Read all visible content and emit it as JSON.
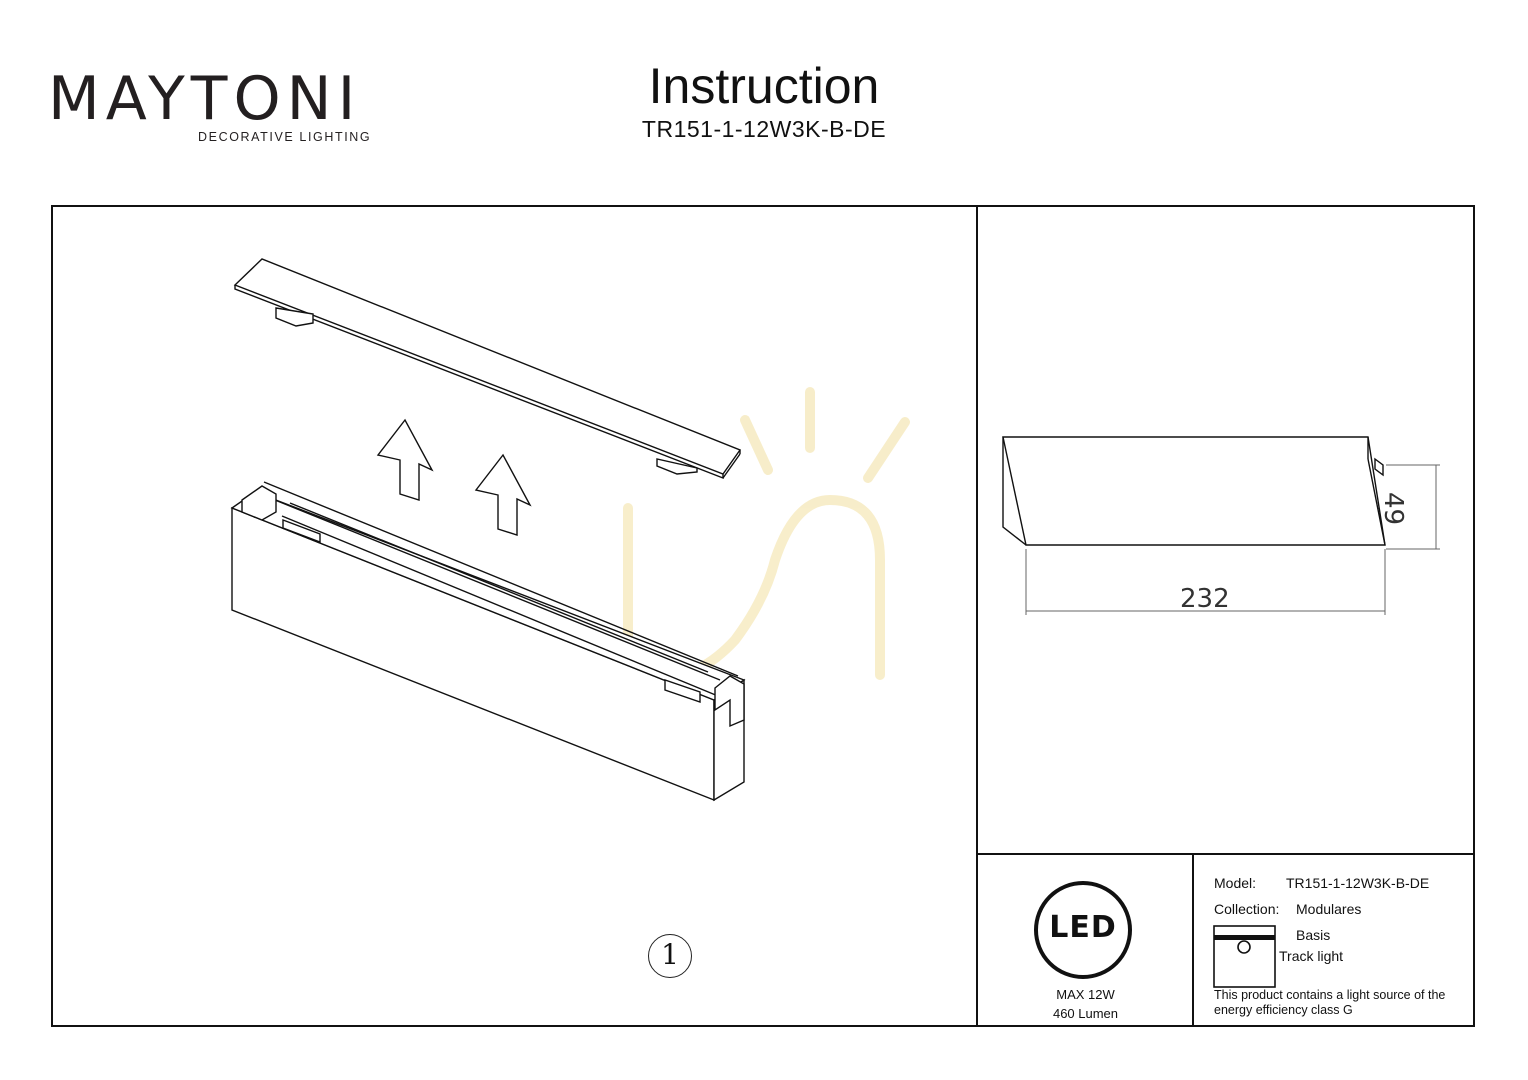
{
  "brand": {
    "name": "MAYTONI",
    "tagline": "DECORATIVE LIGHTING",
    "accent_color": "#6b1d5c"
  },
  "header": {
    "title": "Instruction",
    "subtitle": "TR151-1-12W3K-B-DE"
  },
  "diagram": {
    "step_number": "1",
    "dimension_width": "232",
    "dimension_height": "49"
  },
  "specs": {
    "led_label": "LED",
    "max_power": "MAX 12W",
    "lumen": "460 Lumen"
  },
  "product_info": {
    "model_label": "Model:",
    "model_value": "TR151-1-12W3K-B-DE",
    "collection_label": "Collection:",
    "collection_value": "Modulares",
    "series": "Basis",
    "type": "Track light",
    "energy_note": "This product contains a light source of the energy efficiency class G"
  }
}
